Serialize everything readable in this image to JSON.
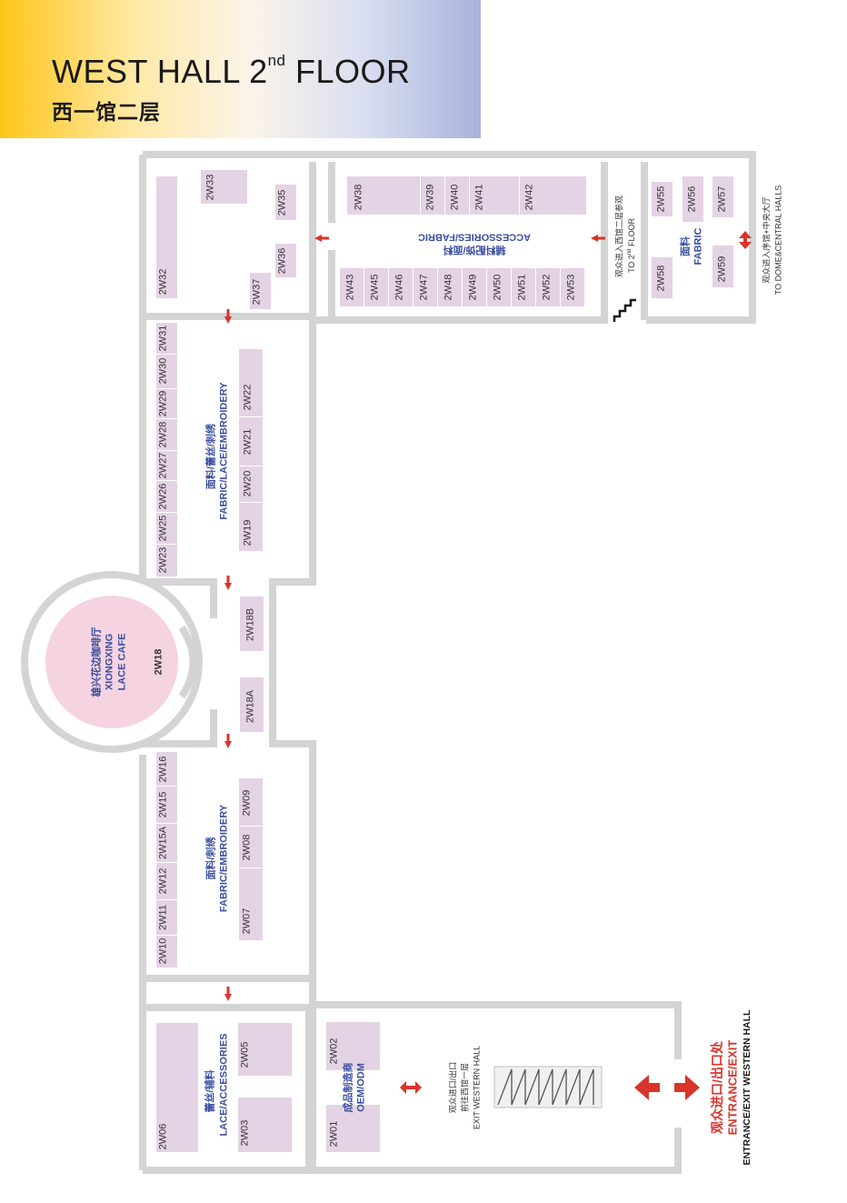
{
  "header": {
    "title_en": "WEST HALL 2",
    "title_sup": "nd",
    "title_en_tail": " FLOOR",
    "title_cn": "西一馆二层"
  },
  "colors": {
    "wall": "#d4d4d4",
    "booth": "#e4d3e4",
    "cafe": "#f5d3e0",
    "arrow": "#d9342b",
    "zone_text": "#3b4ea0"
  },
  "booths": [
    "2W33",
    "2W35",
    "2W32",
    "2W36",
    "2W37",
    "2W38",
    "2W39",
    "2W40",
    "2W41",
    "2W42",
    "2W43",
    "2W45",
    "2W46",
    "2W47",
    "2W48",
    "2W49",
    "2W50",
    "2W51",
    "2W52",
    "2W53",
    "2W55",
    "2W56",
    "2W57",
    "2W58",
    "2W59",
    "2W31",
    "2W30",
    "2W29",
    "2W28",
    "2W27",
    "2W26",
    "2W25",
    "2W23",
    "2W22",
    "2W21",
    "2W20",
    "2W19",
    "2W18B",
    "2W18A",
    "2W18",
    "2W16",
    "2W15",
    "2W15A",
    "2W12",
    "2W11",
    "2W10",
    "2W09",
    "2W08",
    "2W07",
    "2W06",
    "2W05",
    "2W03",
    "2W02",
    "2W01"
  ],
  "zones": {
    "accessories_fabric_cn": "辅料配饰/面料",
    "accessories_fabric_en": "ACCESSORIES/FABRIC",
    "fabric_right_cn": "面料",
    "fabric_right_en": "FABRIC",
    "lace_upper_cn": "面料/蕾丝/刺绣",
    "lace_upper_en": "FABRIC/LACE/EMBROIDERY",
    "embroidery_lower_cn": "面料/刺绣",
    "embroidery_lower_en": "FABRIC/EMBROIDERY",
    "lace_acc_cn": "蕾丝/辅料",
    "lace_acc_en": "LACE/ACCESSORIES",
    "oem_cn": "成品制造商",
    "oem_en": "OEM/ODM",
    "cafe_cn": "雄兴花边咖啡厅",
    "cafe_en1": "XIONGXING",
    "cafe_en2": "LACE CAFE"
  },
  "notes": {
    "to_2nd_cn": "观众进入西馆二层参观",
    "to_2nd_en_pre": "TO 2",
    "to_2nd_sup": "nd",
    "to_2nd_en_post": " FLOOR",
    "dome_cn": "观众进入序馆+中央大厅",
    "dome_en": "TO DOME&CENTRAL HALLS",
    "exit_cn1": "观众进口/出口",
    "exit_cn2": "前往西馆一层",
    "exit_en": "EXIT WESTERN HALL",
    "entrance_cn": "观众进口/出口处",
    "entrance_en": "ENTRANCE/EXIT",
    "entrance_sub": "ENTRANCE/EXIT WESTERN HALL"
  }
}
